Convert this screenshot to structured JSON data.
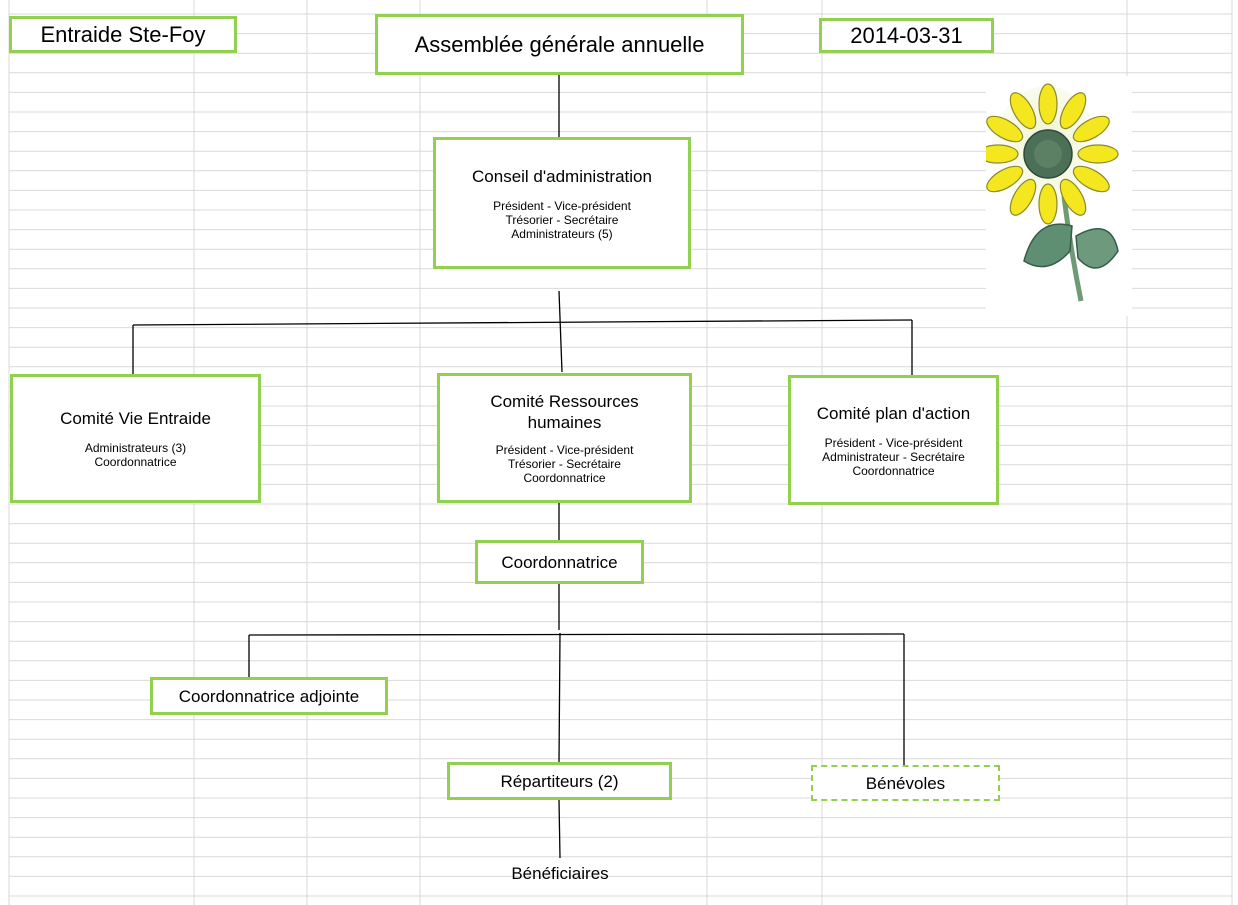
{
  "header": {
    "org_name": "Entraide Ste-Foy",
    "title": "Assemblée générale annuelle",
    "date": "2014-03-31"
  },
  "chart": {
    "board": {
      "title": "Conseil d'administration",
      "lines": [
        "Président - Vice-président",
        "Trésorier - Secrétaire",
        "Administrateurs (5)"
      ]
    },
    "committee_life": {
      "title": "Comité Vie Entraide",
      "lines": [
        "Administrateurs (3)",
        "Coordonnatrice"
      ]
    },
    "committee_hr": {
      "title": "Comité Ressources humaines",
      "lines": [
        "Président - Vice-président",
        "Trésorier - Secrétaire",
        "Coordonnatrice"
      ]
    },
    "committee_action": {
      "title": "Comité plan d'action",
      "lines": [
        "Président - Vice-président",
        "Administrateur - Secrétaire",
        "Coordonnatrice"
      ]
    },
    "coordinator": "Coordonnatrice",
    "assistant": "Coordonnatrice adjointe",
    "dispatchers": "Répartiteurs (2)",
    "volunteers": "Bénévoles",
    "beneficiaries": "Bénéficiaires"
  },
  "colors": {
    "box_border": "#92d050",
    "gridline": "#d9d9d9",
    "connector": "#000000"
  },
  "decor": {
    "logo": "sunflower-illustration"
  }
}
